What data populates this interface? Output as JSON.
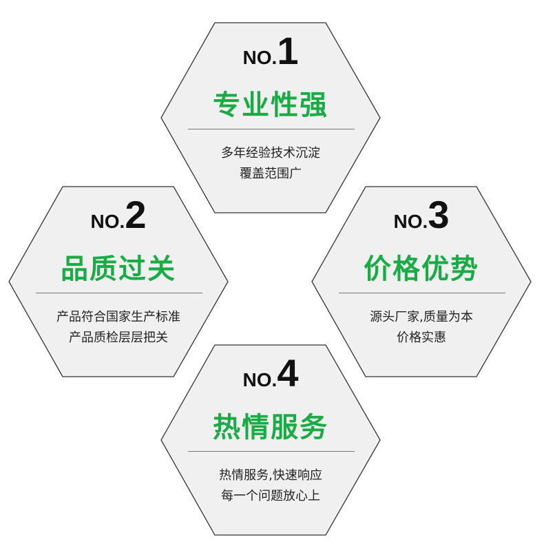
{
  "colors": {
    "accent": "#1aac44",
    "hex_fill": "#f0f0f0",
    "hex_stroke": "#333333"
  },
  "cards": [
    {
      "prefix": "NO.",
      "number": "1",
      "title": "专业性强",
      "lines": [
        "多年经验技术沉淀",
        "覆盖范围广"
      ]
    },
    {
      "prefix": "NO.",
      "number": "2",
      "title": "品质过关",
      "lines": [
        "产品符合国家生产标准",
        "产品质检层层把关"
      ]
    },
    {
      "prefix": "NO.",
      "number": "3",
      "title": "价格优势",
      "lines": [
        "源头厂家,质量为本",
        "价格实惠"
      ]
    },
    {
      "prefix": "NO.",
      "number": "4",
      "title": "热情服务",
      "lines": [
        "热情服务,快速响应",
        "每一个问题放心上"
      ]
    }
  ]
}
